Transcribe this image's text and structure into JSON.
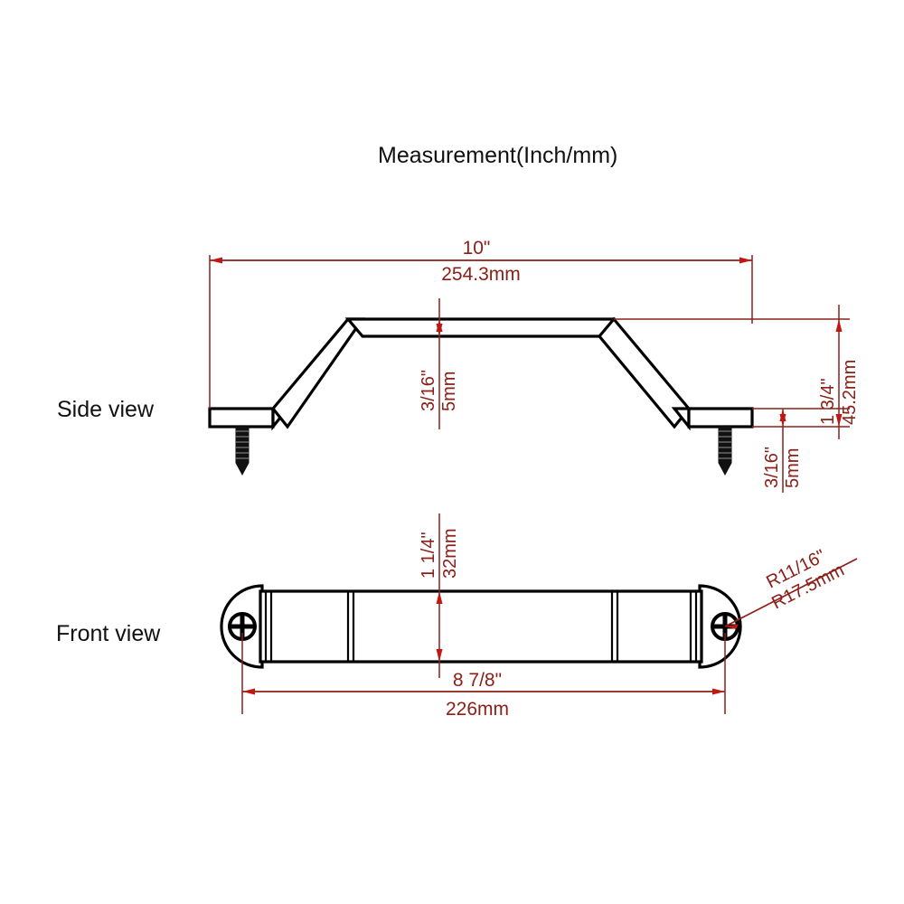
{
  "title": "Measurement(Inch/mm)",
  "views": {
    "side": {
      "label": "Side view"
    },
    "front": {
      "label": "Front view"
    }
  },
  "dimensions": {
    "overall_length": {
      "inch": "10\"",
      "mm": "254.3mm"
    },
    "bar_thickness_top": {
      "inch": "3/16\"",
      "mm": "5mm"
    },
    "foot_thickness": {
      "inch": "3/16\"",
      "mm": "5mm"
    },
    "overall_height": {
      "inch": "1 3/4\"",
      "mm": "45.2mm"
    },
    "bar_width": {
      "inch": "1 1/4\"",
      "mm": "32mm"
    },
    "end_radius": {
      "inch": "R11/16\"",
      "mm": "R17.5mm"
    },
    "mounting_centers": {
      "inch": "8 7/8\"",
      "mm": "226mm"
    }
  },
  "colors": {
    "dimension": "#8b2018",
    "arrow": "#c01810",
    "outline": "#000000",
    "background": "#ffffff"
  },
  "icons": {
    "screw": "phillips-screw-icon",
    "arrow": "dimension-arrow-icon"
  }
}
